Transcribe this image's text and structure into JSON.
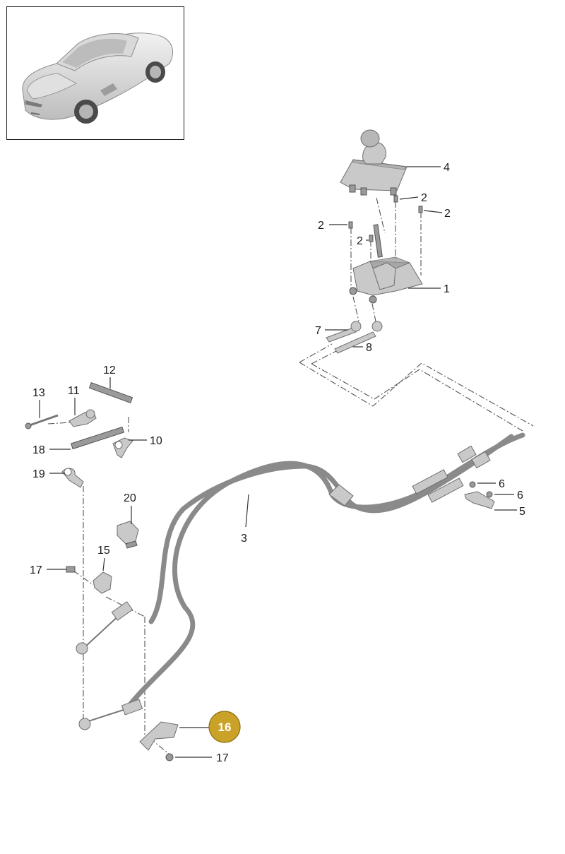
{
  "callouts": {
    "c1": "1",
    "c2a": "2",
    "c2b": "2",
    "c2c": "2",
    "c2d": "2",
    "c3": "3",
    "c4": "4",
    "c5": "5",
    "c6a": "6",
    "c6b": "6",
    "c7": "7",
    "c8": "8",
    "c10": "10",
    "c11": "11",
    "c12": "12",
    "c13": "13",
    "c15": "15",
    "c16": "16",
    "c17a": "17",
    "c17b": "17",
    "c18": "18",
    "c19": "19",
    "c20": "20"
  },
  "colors": {
    "highlight_badge": "#c9a227",
    "highlight_text": "#ffffff",
    "part_fill": "#c9c9c9",
    "line": "#333333"
  },
  "icons": {
    "thumbnail": "car-thumbnail-icon"
  }
}
